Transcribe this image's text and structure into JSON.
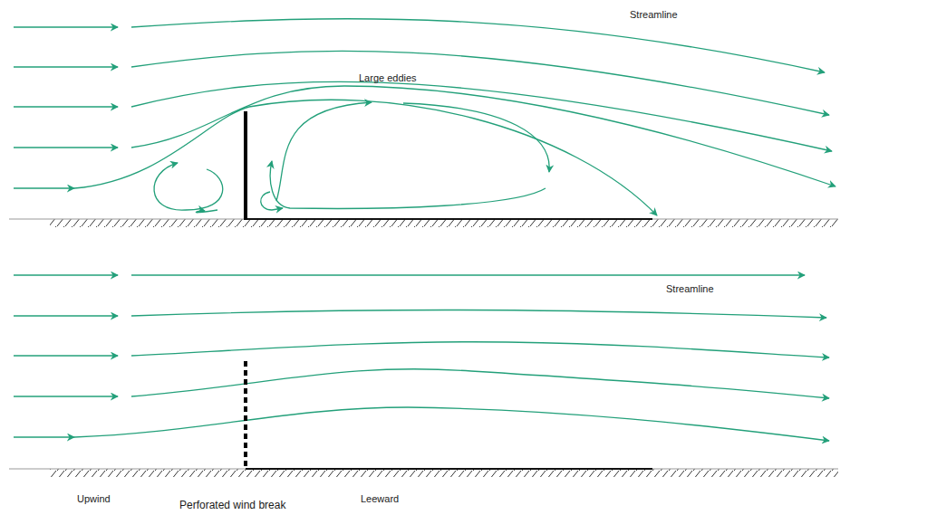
{
  "diagram": {
    "labels": [
      "Streamline",
      "Large eddies",
      "Streamline",
      "Upwind",
      "Perforated wind break",
      "Leeward"
    ]
  }
}
